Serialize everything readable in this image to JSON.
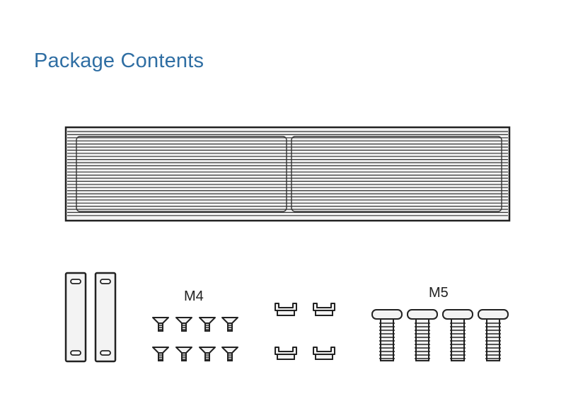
{
  "page": {
    "title": "Package Contents"
  },
  "parts": {
    "m4_label": "M4",
    "m5_label": "M5"
  },
  "icons": {
    "panel": "grille-panel-icon",
    "bracket": "mounting-bracket-icon",
    "m4_screw": "flat-head-screw-icon",
    "clip": "clip-nut-icon",
    "m5_screw": "pan-head-screw-icon"
  },
  "colors": {
    "title": "#2f6ea3",
    "line": "#222222",
    "part_fill": "#f3f3f3"
  }
}
